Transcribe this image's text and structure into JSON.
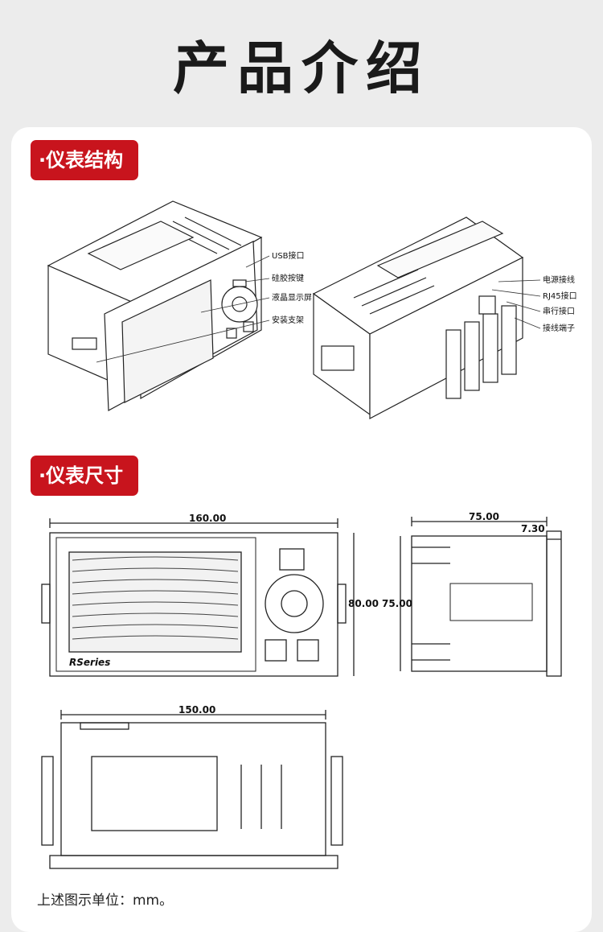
{
  "page": {
    "title": "产品介绍",
    "footnote": "上述图示单位：mm。"
  },
  "sections": {
    "structure": {
      "label": "·仪表结构"
    },
    "dimensions": {
      "label": "·仪表尺寸"
    }
  },
  "callouts": {
    "front": {
      "usb": "USB接口",
      "keys": "硅胶按键",
      "lcd": "液晶显示屏",
      "bracket": "安装支架"
    },
    "rear": {
      "power": "电源接线",
      "rj45": "RJ45接口",
      "serial": "串行接口",
      "terminal": "接线端子"
    }
  },
  "dimensions": {
    "front_width": "160.00",
    "front_height": "80.00",
    "side_depth": "75.00",
    "side_height": "75.00",
    "bezel_depth": "7.30",
    "bottom_width": "150.00"
  },
  "device": {
    "brand": "RSeries"
  },
  "colors": {
    "accent": "#c8141d",
    "card": "#ffffff",
    "background": "#ececec"
  }
}
